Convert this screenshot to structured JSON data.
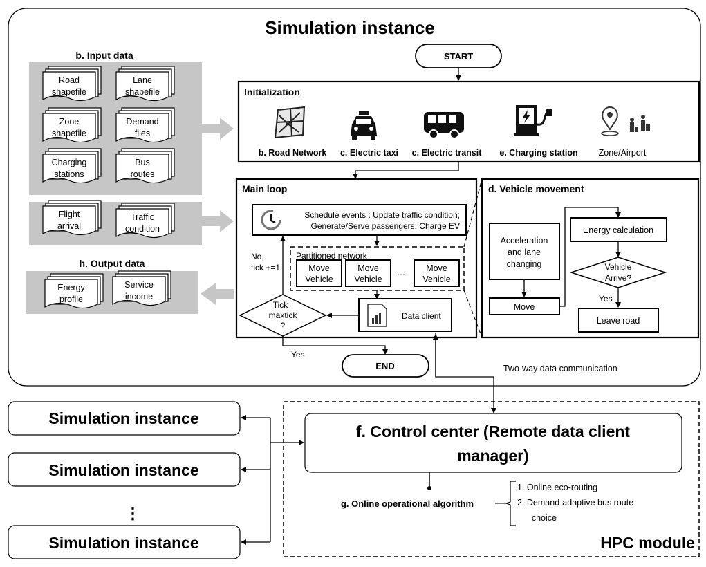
{
  "title": "Simulation instance",
  "start": "START",
  "end": "END",
  "input": {
    "title": "b. Input data",
    "docs": [
      [
        "Road",
        "shapefile"
      ],
      [
        "Lane",
        "shapefile"
      ],
      [
        "Zone",
        "shapefile"
      ],
      [
        "Demand",
        "files"
      ],
      [
        "Charging",
        "stations"
      ],
      [
        "Bus",
        "routes"
      ],
      [
        "Flight",
        "arrival"
      ],
      [
        "Traffic",
        "condition"
      ]
    ]
  },
  "output": {
    "title": "h. Output data",
    "docs": [
      [
        "Energy",
        "profile"
      ],
      [
        "Service",
        "income"
      ]
    ]
  },
  "init": {
    "title": "Initialization",
    "items": [
      {
        "label": "b. Road Network",
        "icon": "road-network-icon"
      },
      {
        "label": "c. Electric taxi",
        "icon": "taxi-icon"
      },
      {
        "label": "c. Electric transit",
        "icon": "bus-icon"
      },
      {
        "label": "e. Charging station",
        "icon": "charging-station-icon"
      },
      {
        "label": "Zone/Airport",
        "icon": "zone-airport-icon"
      }
    ]
  },
  "main_loop": {
    "title": "Main loop",
    "schedule": [
      "Schedule events : Update traffic condition;",
      "Generate/Serve passengers; Charge EV"
    ],
    "partitioned": "Partitioned network",
    "move_vehicle": [
      "Move",
      "Vehicle"
    ],
    "ellipsis": "…",
    "decision": [
      "Tick=",
      "maxtick",
      "?"
    ],
    "no_label": [
      "No,",
      "tick +=1"
    ],
    "yes_label": "Yes",
    "data_client": "Data client"
  },
  "vehicle_movement": {
    "title": "d. Vehicle movement",
    "accel": [
      "Acceleration",
      "and lane",
      "changing"
    ],
    "move": "Move",
    "energy": "Energy calculation",
    "arrive": [
      "Vehicle",
      "Arrive?"
    ],
    "yes": "Yes",
    "leave": "Leave road"
  },
  "two_way": "Two-way data communication",
  "instances": [
    "Simulation instance",
    "Simulation instance",
    "Simulation instance"
  ],
  "vdots": "⋮",
  "control_center": [
    "f. Control center (Remote data client",
    "manager)"
  ],
  "algorithm": "g. Online operational algorithm",
  "algo_items": [
    "1.   Online eco-routing",
    "2.   Demand-adaptive bus route",
    "      choice"
  ],
  "hpc": "HPC module"
}
